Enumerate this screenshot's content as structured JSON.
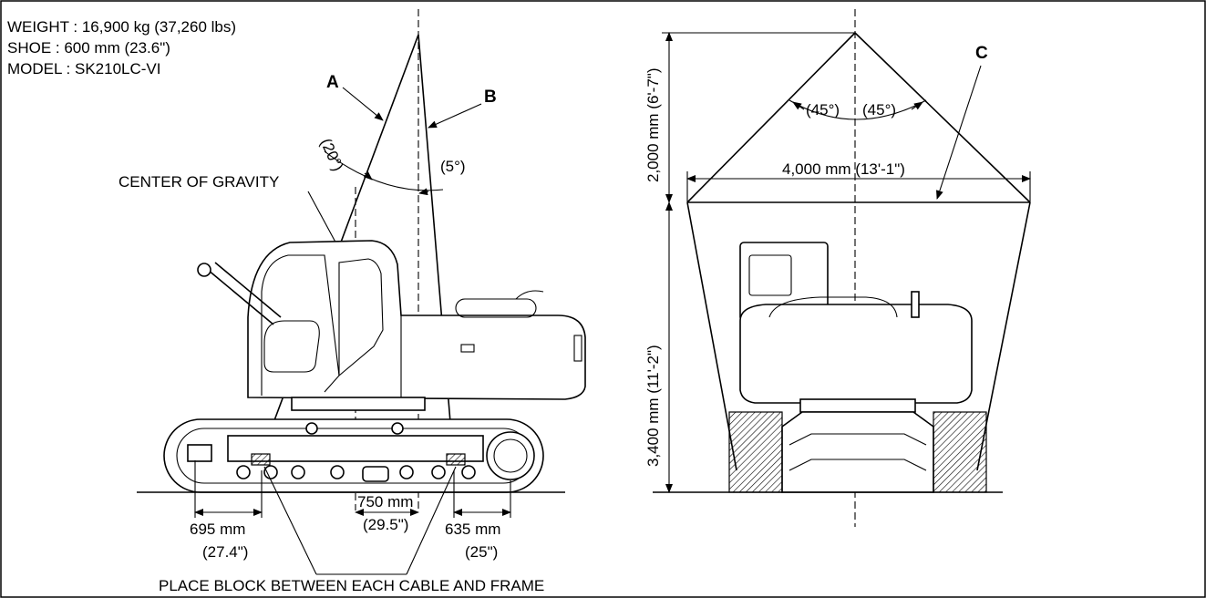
{
  "specs": {
    "weight": "WEIGHT : 16,900 kg (37,260 lbs)",
    "shoe": "SHOE : 600 mm (23.6\")",
    "model": "MODEL : SK210LC-VI"
  },
  "side_view": {
    "label_a": "A",
    "label_b": "B",
    "angle_a": "(20°)",
    "angle_b": "(5°)",
    "cog": "CENTER OF GRAVITY",
    "dim_left_mm": "695 mm",
    "dim_left_in": "(27.4\")",
    "dim_center_mm": "750 mm",
    "dim_center_in": "(29.5\")",
    "dim_right_mm": "635 mm",
    "dim_right_in": "(25\")",
    "note": "PLACE BLOCK BETWEEN EACH CABLE AND FRAME"
  },
  "front_view": {
    "label_c": "C",
    "angle_left": "(45°)",
    "angle_right": "(45°)",
    "width": "4,000 mm (13'-1\")",
    "height_top": "2,000 mm (6'-7\")",
    "height_bottom": "3,400 mm (11'-2\")"
  }
}
